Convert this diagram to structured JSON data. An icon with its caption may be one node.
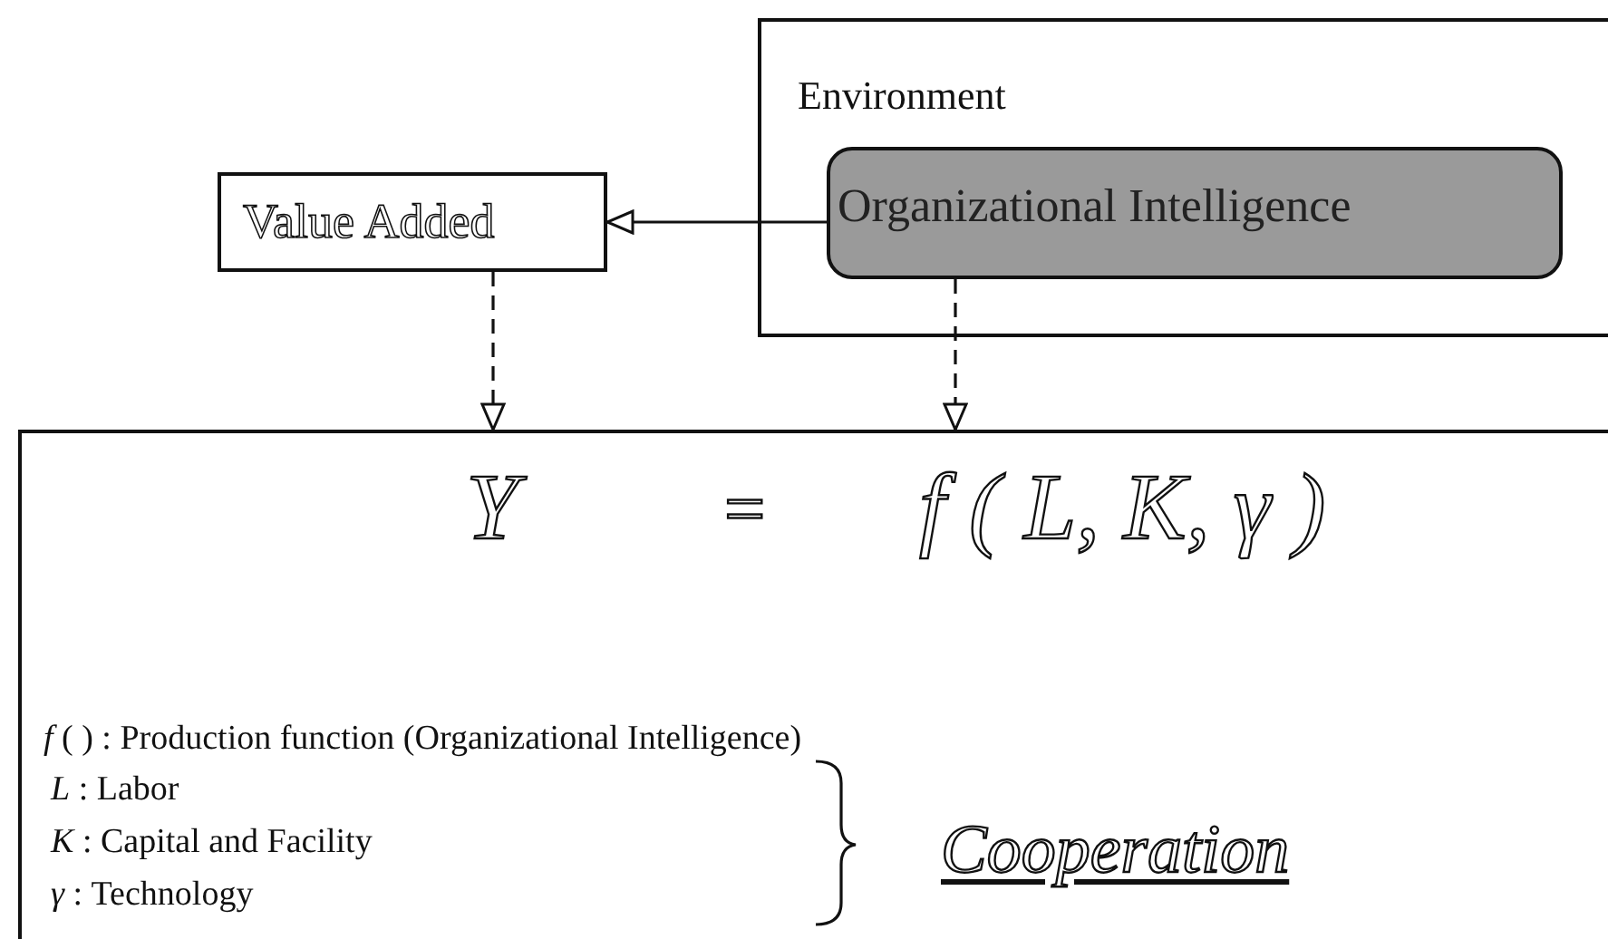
{
  "diagram": {
    "nodes": [
      {
        "text": [
          "Environment"
        ]
      },
      {
        "text": [
          "Organizational Intelligence"
        ],
        "in": 0
      },
      {
        "text": [
          "Value Added"
        ]
      },
      {
        "text": [
          "Y",
          "=",
          "f ( L, K, γ )",
          "*f* (   ) : Production function (Organizational Intelligence)",
          "*L*  : Labor",
          "*K*  : Capital and Facility",
          "*γ*  : Technology",
          "Cooperation"
        ]
      }
    ],
    "edges": [
      {
        "from": 1,
        "to": 2,
        "arrow": "to"
      },
      {
        "from": 2,
        "to": 3,
        "arrow": "to",
        "style": "dashed"
      },
      {
        "from": 1,
        "to": 3,
        "arrow": "to",
        "style": "dashed"
      }
    ]
  }
}
